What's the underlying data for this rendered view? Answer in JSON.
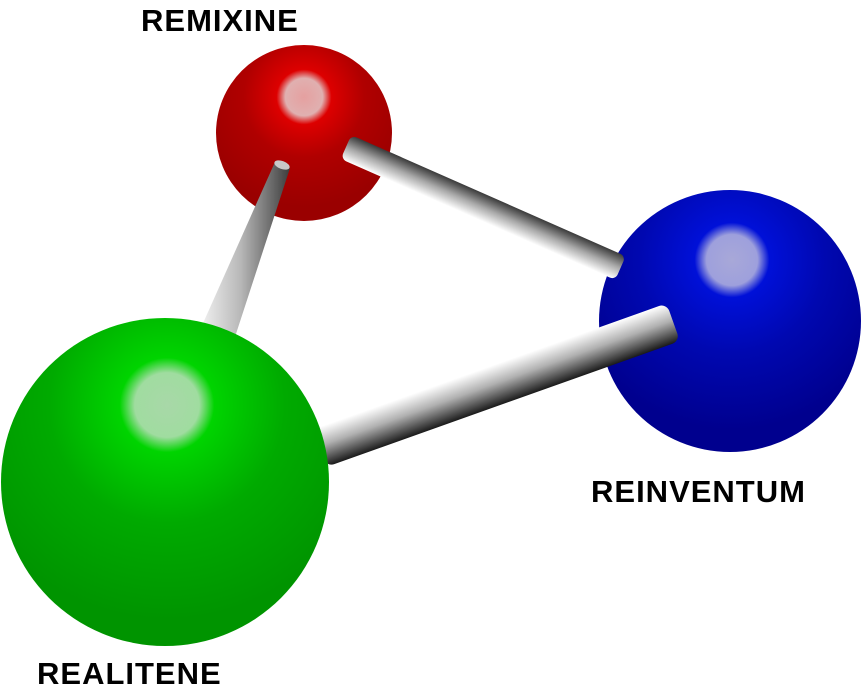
{
  "diagram": {
    "type": "molecule-network",
    "nodes": [
      {
        "id": "remixine",
        "label": "REMIXINE",
        "color": "#a00000",
        "highlight": "#e00000"
      },
      {
        "id": "reinventum",
        "label": "REINVENTUM",
        "color": "#00009a",
        "highlight": "#0010dd"
      },
      {
        "id": "realitene",
        "label": "REALITENE",
        "color": "#009a00",
        "highlight": "#00dd10"
      }
    ],
    "edges": [
      {
        "from": "remixine",
        "to": "reinventum"
      },
      {
        "from": "remixine",
        "to": "realitene"
      },
      {
        "from": "realitene",
        "to": "reinventum"
      }
    ]
  }
}
